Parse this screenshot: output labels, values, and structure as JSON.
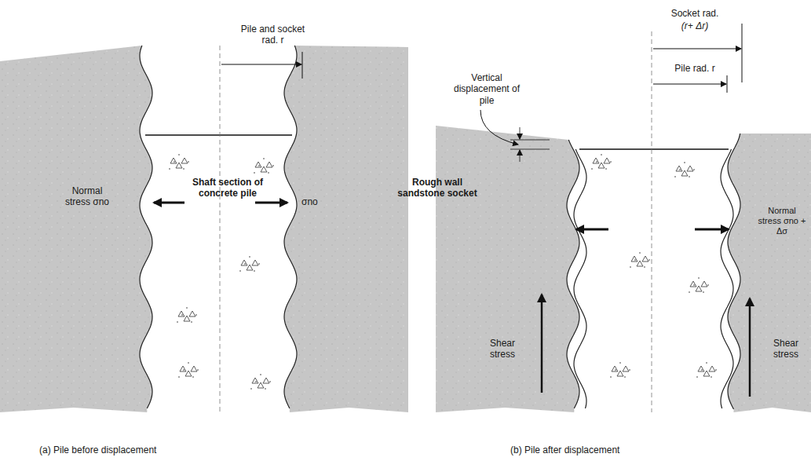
{
  "diagram": {
    "labels": [
      "Pile and socket rad. r",
      "Shaft section of concrete pile",
      "Normal stress σno",
      "σno",
      "(a) Pile before displacement",
      "Socket rad.",
      "(r+ Δr)",
      "Pile rad. r",
      "Vertical displacement of pile",
      "Rough wall sandstone socket",
      "Shear stress",
      "Normal stress σno + Δσ",
      "Shear stress",
      "(b) Pile after displacement"
    ]
  }
}
